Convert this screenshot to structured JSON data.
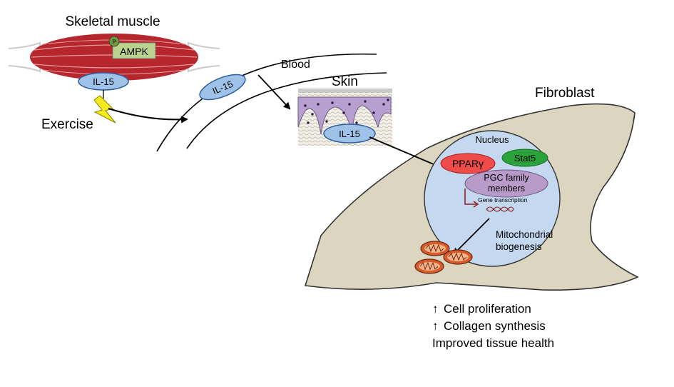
{
  "labels": {
    "skeletal_muscle": "Skeletal muscle",
    "phospho": "P",
    "ampk": "AMPK",
    "il15_muscle": "IL-15",
    "exercise": "Exercise",
    "blood": "Blood",
    "il15_blood": "IL-15",
    "skin": "Skin",
    "il15_skin": "IL-15",
    "fibroblast": "Fibroblast",
    "nucleus": "Nucleus",
    "ppar": "PPARγ",
    "stat5": "Stat5",
    "pgc_line1": "PGC family",
    "pgc_line2": "members",
    "gene_transcription": "Gene transcription",
    "mito_line1": "Mitochondrial",
    "mito_line2": "biogenesis"
  },
  "outcomes": [
    {
      "arrow": "↑",
      "text": "Cell proliferation"
    },
    {
      "arrow": "↑",
      "text": "Collagen synthesis"
    },
    {
      "arrow": "",
      "text": "Improved tissue health"
    }
  ],
  "colors": {
    "muscle": "#b5272d",
    "il15_fill": "#9fc3e8",
    "fibroblast": "#dcd5c0",
    "nucleus": "#c4d8f0",
    "ppar": "#ef4b4b",
    "stat5": "#2aa33a",
    "pgc": "#b89bc9",
    "ampk": "#b9d38f",
    "lightning": "#f5ea21",
    "mito": "#d85a2a"
  }
}
